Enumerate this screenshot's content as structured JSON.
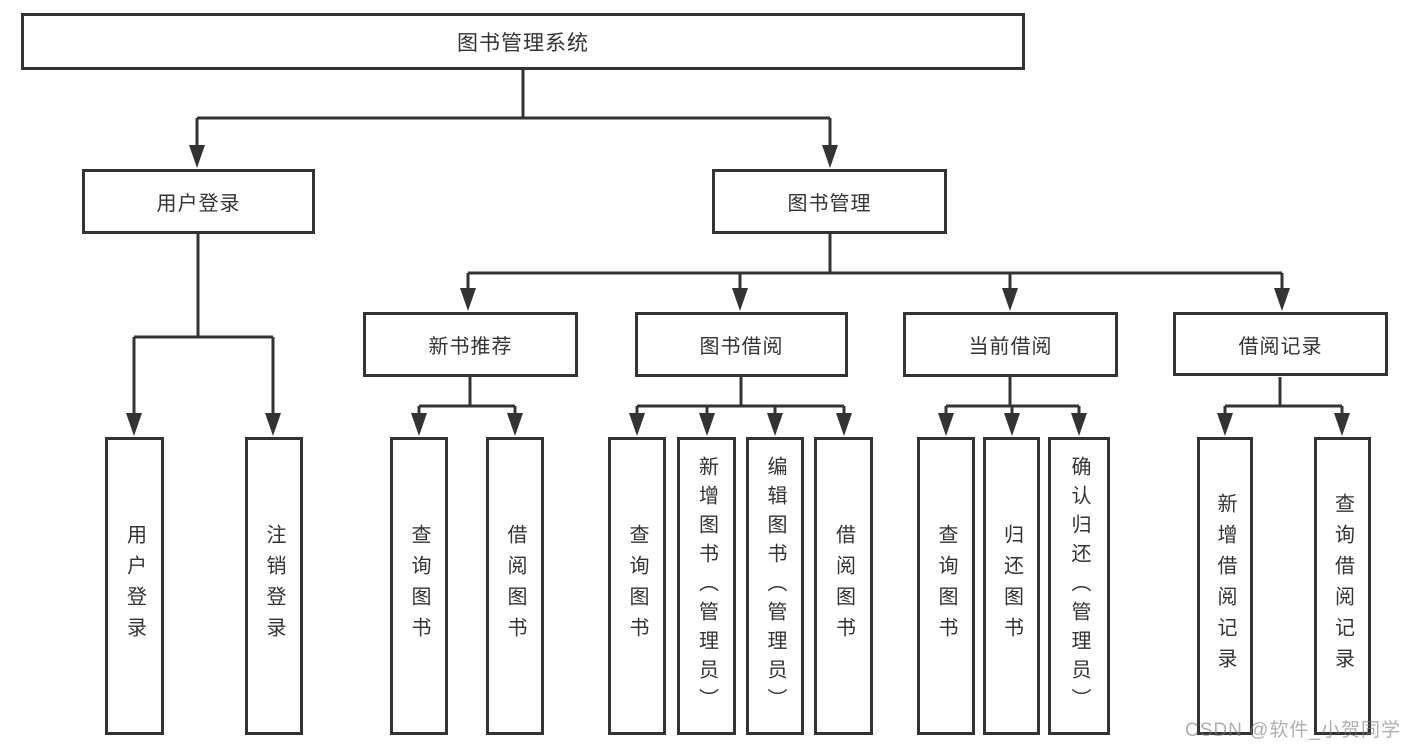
{
  "tree": {
    "root": {
      "label": "图书管理系统"
    },
    "level2": [
      {
        "id": "user-login",
        "label": "用户登录"
      },
      {
        "id": "book-management",
        "label": "图书管理"
      }
    ],
    "level3": [
      {
        "parent": "图书管理",
        "label": "新书推荐"
      },
      {
        "parent": "图书管理",
        "label": "图书借阅"
      },
      {
        "parent": "图书管理",
        "label": "当前借阅"
      },
      {
        "parent": "图书管理",
        "label": "借阅记录"
      }
    ],
    "leaves": [
      {
        "parent": "用户登录",
        "label": "用户登录"
      },
      {
        "parent": "用户登录",
        "label": "注销登录"
      },
      {
        "parent": "新书推荐",
        "label": "查询图书"
      },
      {
        "parent": "新书推荐",
        "label": "借阅图书"
      },
      {
        "parent": "图书借阅",
        "label": "查询图书"
      },
      {
        "parent": "图书借阅",
        "label": "新增图书（管理员）"
      },
      {
        "parent": "图书借阅",
        "label": "编辑图书（管理员）"
      },
      {
        "parent": "图书借阅",
        "label": "借阅图书"
      },
      {
        "parent": "当前借阅",
        "label": "查询图书"
      },
      {
        "parent": "当前借阅",
        "label": "归还图书"
      },
      {
        "parent": "当前借阅",
        "label": "确认归还（管理员）"
      },
      {
        "parent": "借阅记录",
        "label": "新增借阅记录"
      },
      {
        "parent": "借阅记录",
        "label": "查询借阅记录"
      }
    ]
  },
  "watermark": "CSDN @软件_小贺同学",
  "colors": {
    "line": "#333333",
    "text": "#333333",
    "box_background": "#ffffff",
    "watermark_gray": "#7d7d85"
  }
}
